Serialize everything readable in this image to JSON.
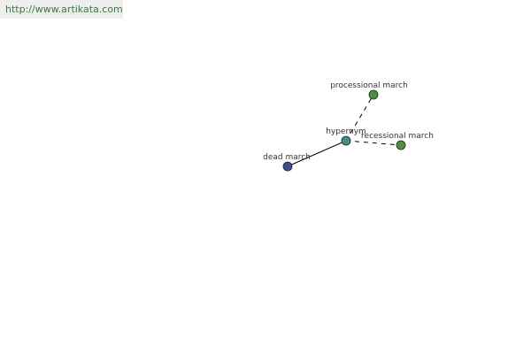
{
  "watermark": {
    "url": "http://www.artikata.com"
  },
  "colors": {
    "center_node": "#3f8f8a",
    "related_node": "#4e8f3e",
    "hyponym_node": "#3a4d8f",
    "edge": "#000000",
    "label": "#333333"
  },
  "graph": {
    "nodes": [
      {
        "id": "hypernym",
        "label": "hypernym",
        "role": "center"
      },
      {
        "id": "processional-march",
        "label": "processional march",
        "role": "related"
      },
      {
        "id": "recessional-march",
        "label": "recessional march",
        "role": "related"
      },
      {
        "id": "dead-march",
        "label": "dead march",
        "role": "hyponym"
      }
    ],
    "edges": [
      {
        "from": "hypernym",
        "to": "processional-march",
        "style": "dashed"
      },
      {
        "from": "hypernym",
        "to": "recessional-march",
        "style": "dashed"
      },
      {
        "from": "hypernym",
        "to": "dead-march",
        "style": "solid"
      }
    ]
  }
}
